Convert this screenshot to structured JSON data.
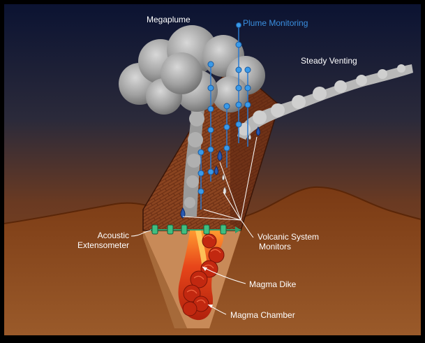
{
  "labels": {
    "megaplume": "Megaplume",
    "plume_monitoring": "Plume Monitoring",
    "steady_venting": "Steady Venting",
    "acoustic_line1": "Acoustic",
    "acoustic_line2": "Extensometer",
    "volcanic_line1": "Volcanic System",
    "volcanic_line2": "Monitors",
    "magma_dike": "Magma Dike",
    "magma_chamber": "Magma Chamber"
  },
  "colors": {
    "sky_top": "#0b1430",
    "seafloor": "#7a3a12",
    "label_highlight": "#3a8fe0",
    "magma": "#d83a10",
    "instrument_green": "#2e9e6a"
  }
}
